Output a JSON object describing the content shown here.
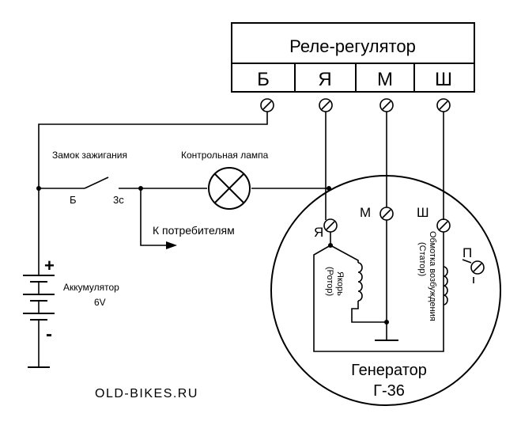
{
  "relay": {
    "title": "Реле-регулятор",
    "terminals": [
      "Б",
      "Я",
      "М",
      "Ш"
    ]
  },
  "switch": {
    "label": "Замок зажигания",
    "contact_b": "Б",
    "contact_3c": "3с"
  },
  "lamp": {
    "label": "Контрольная лампа"
  },
  "consumers": {
    "label": "К потребителям"
  },
  "battery": {
    "label": "Аккумулятор",
    "voltage": "6V",
    "plus": "+",
    "minus": "-"
  },
  "generator": {
    "terminal_ya": "Я",
    "terminal_m": "М",
    "terminal_sh": "Ш",
    "terminal_p": "П",
    "rotor_label_1": "Якорь",
    "rotor_label_2": "(Ротор)",
    "stator_label_1": "Обмотка возбуждения",
    "stator_label_2": "(Статор)",
    "title": "Генератор",
    "model": "Г-36"
  },
  "watermark": "OLD-BIKES.RU"
}
